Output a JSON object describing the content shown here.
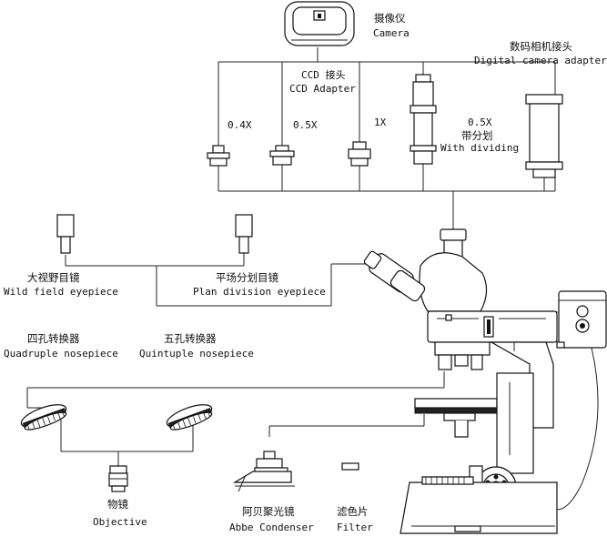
{
  "labels": {
    "camera_cn": "摄像仪",
    "camera_en": "Camera",
    "digital_adapter_cn": "数码相机接头",
    "digital_adapter_en": "Digital camera adapter",
    "ccd_cn": "CCD 接头",
    "ccd_en": "CCD Adapter",
    "mag_04": "0.4X",
    "mag_05": "0.5X",
    "mag_1": "1X",
    "mag_05_div": "0.5X",
    "with_dividing_cn": "带分划",
    "with_dividing_en": "With dividing",
    "wide_eyepiece_cn": "大视野目镜",
    "wide_eyepiece_en": "Wild field eyepiece",
    "plan_eyepiece_cn": "平场分划目镜",
    "plan_eyepiece_en": "Plan division eyepiece",
    "quad_cn": "四孔转换器",
    "quad_en": "Quadruple nosepiece",
    "quint_cn": "五孔转换器",
    "quint_en": "Quintuple nosepiece",
    "objective_cn": "物镜",
    "objective_en": "Objective",
    "abbe_cn": "阿贝聚光镜",
    "abbe_en": "Abbe Condenser",
    "filter_cn": "滤色片",
    "filter_en": "Filter"
  }
}
